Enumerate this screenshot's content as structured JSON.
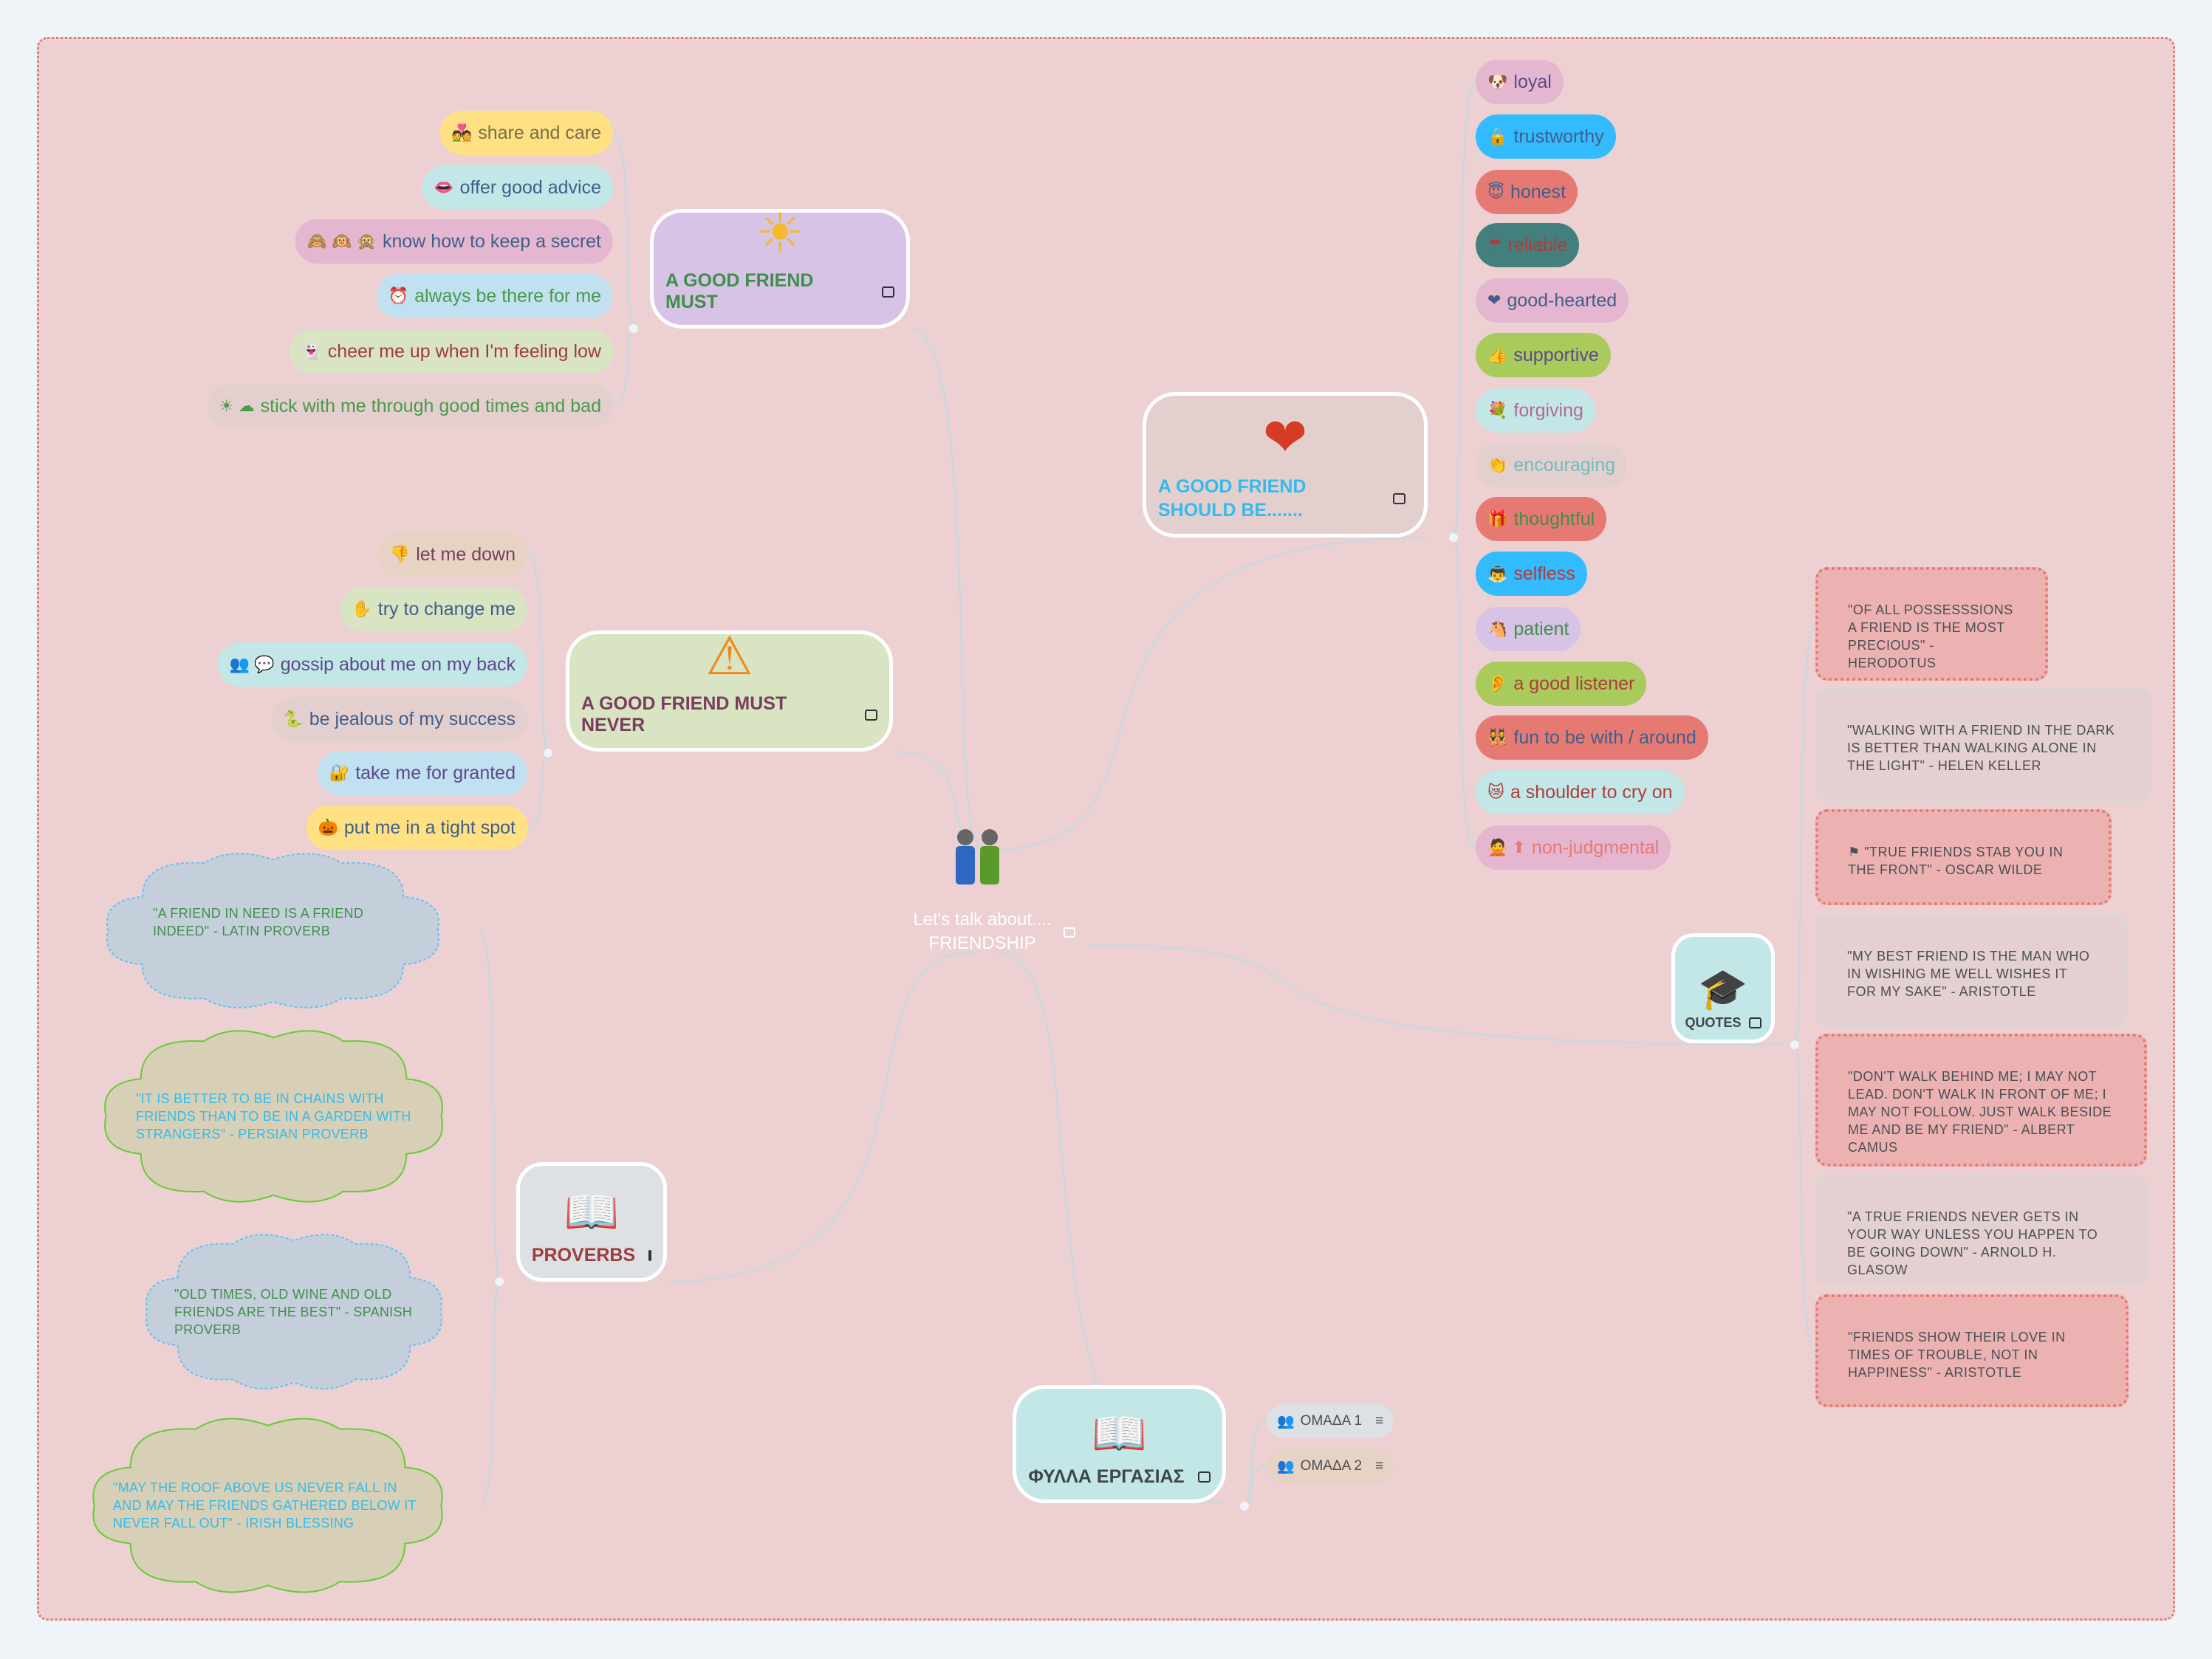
{
  "center": {
    "line1": "Let's talk about....",
    "line2": "FRIENDSHIP",
    "icon": "two-people-icon"
  },
  "must": {
    "title": "A GOOD FRIEND MUST",
    "icon": "☀",
    "items": [
      {
        "icon": "💑",
        "label": "share and care",
        "bg": "#ffe082",
        "fg": "#7a6e4a"
      },
      {
        "icon": "👄",
        "label": "offer good advice",
        "bg": "#c3e6e6",
        "fg": "#3f5f8a"
      },
      {
        "icon": "🙈 🙉 🙊",
        "label": "know  how  to keep a secret",
        "bg": "#e4b6cf",
        "fg": "#3f5f8a"
      },
      {
        "icon": "⏰",
        "label": "always be there for me",
        "bg": "#c1e0f0",
        "fg": "#4a9a4a"
      },
      {
        "icon": "👻",
        "label": "cheer me up when I'm feeling low",
        "bg": "#d9e4c2",
        "fg": "#a03c3c"
      },
      {
        "icon": "☀ ☁",
        "label": "stick with me through good times and bad",
        "bg": "#e4cfcf",
        "fg": "#4a9a4a"
      }
    ]
  },
  "never": {
    "title": "A GOOD FRIEND MUST NEVER",
    "icon": "⚠",
    "items": [
      {
        "icon": "👎",
        "label": "let me down",
        "bg": "#e6d3c3",
        "fg": "#7a3d5d"
      },
      {
        "icon": "✋",
        "label": "try to change me",
        "bg": "#d9e4c2",
        "fg": "#3f5f8a"
      },
      {
        "icon": "👥 💬",
        "label": "gossip about me on my back",
        "bg": "#c3e6e6",
        "fg": "#5a4a8a"
      },
      {
        "icon": "🐍",
        "label": "be jealous of my success",
        "bg": "#e4cfcf",
        "fg": "#3f5f8a"
      },
      {
        "icon": "🔐",
        "label": "take me for granted",
        "bg": "#c1e0f0",
        "fg": "#5a4a8a"
      },
      {
        "icon": "🎃",
        "label": "put me in a tight spot",
        "bg": "#ffe082",
        "fg": "#3f5f8a"
      }
    ]
  },
  "should": {
    "title": "A GOOD FRIEND SHOULD BE.......",
    "icon": "❤",
    "items": [
      {
        "icon": "🐶",
        "label": "loyal",
        "bg": "#e4b6cf",
        "fg": "#5a4a8a"
      },
      {
        "icon": "🔒",
        "label": "trustworthy",
        "bg": "#33bbff",
        "fg": "#3f5f8a"
      },
      {
        "icon": "😇",
        "label": "honest",
        "bg": "#e67a73",
        "fg": "#3f5f8a"
      },
      {
        "icon": "☂",
        "label": "reliable",
        "bg": "#437f7c",
        "fg": "#b03c3c"
      },
      {
        "icon": "❤",
        "label": "good-hearted",
        "bg": "#e4b6cf",
        "fg": "#3f5f8a"
      },
      {
        "icon": "👍",
        "label": "supportive",
        "bg": "#a8cb5c",
        "fg": "#5a4a8a"
      },
      {
        "icon": "💐",
        "label": "forgiving",
        "bg": "#c3e6e6",
        "fg": "#b06a9a"
      },
      {
        "icon": "👏",
        "label": "encouraging",
        "bg": "#e4cfcf",
        "fg": "#6fbcbc"
      },
      {
        "icon": "🎁",
        "label": "thoughtful",
        "bg": "#e67a73",
        "fg": "#3f8f4a"
      },
      {
        "icon": "👼",
        "label": "selfless",
        "bg": "#33bbff",
        "fg": "#b03c3c"
      },
      {
        "icon": "🐴",
        "label": "patient",
        "bg": "#d6c3e6",
        "fg": "#3f8f4a"
      },
      {
        "icon": "👂",
        "label": "a good listener",
        "bg": "#a8cb5c",
        "fg": "#b03c3c"
      },
      {
        "icon": "👯",
        "label": "fun to be with / around",
        "bg": "#e67a73",
        "fg": "#3f5f8a"
      },
      {
        "icon": "😿",
        "label": "a shoulder to cry on",
        "bg": "#c3e6e6",
        "fg": "#b03c3c"
      },
      {
        "icon": "🙅 ⬆",
        "label": "non-judgmental",
        "bg": "#e4b6cf",
        "fg": "#e67a73"
      }
    ]
  },
  "quotes": {
    "title": "QUOTES",
    "icon": "🎓",
    "items": [
      {
        "text": "\"OF ALL POSSESSSIONS A FRIEND IS THE MOST PRECIOUS\" - HERODOTUS",
        "style": "hl"
      },
      {
        "text": "\"WALKING WITH A FRIEND IN THE DARK IS BETTER THAN WALKING ALONE IN THE LIGHT\" - HELEN KELLER",
        "style": "pl"
      },
      {
        "text": "⚑ \"TRUE FRIENDS STAB YOU IN THE FRONT\" - OSCAR WILDE",
        "style": "hl"
      },
      {
        "text": "\"MY BEST FRIEND IS THE MAN WHO IN WISHING ME WELL WISHES IT FOR MY SAKE\" - ARISTOTLE",
        "style": "pl"
      },
      {
        "text": "\"DON'T WALK BEHIND ME; I MAY NOT LEAD. DON'T WALK IN FRONT OF ME; I MAY NOT FOLLOW. JUST WALK BESIDE ME AND BE MY FRIEND\" - ALBERT CAMUS",
        "style": "hl"
      },
      {
        "text": "\"A TRUE FRIENDS NEVER GETS IN YOUR WAY UNLESS YOU HAPPEN TO BE GOING DOWN\" - ARNOLD H. GLASOW",
        "style": "pl"
      },
      {
        "text": "\"FRIENDS SHOW THEIR LOVE IN TIMES OF TROUBLE, NOT IN HAPPINESS\" - ARISTOTLE",
        "style": "hl"
      }
    ]
  },
  "proverbs": {
    "title": "PROVERBS",
    "icon": "📖",
    "items": [
      {
        "text": "\"A FRIEND IN NEED IS A FRIEND INDEED\" - LATIN PROVERB",
        "bg": "#c5cfdc",
        "stroke": "#5ec4f5",
        "fg": "#3f8f4a",
        "dashed": true
      },
      {
        "text": "\"IT IS BETTER TO BE IN CHAINS WITH FRIENDS THAN TO BE IN A GARDEN WITH STRANGERS\" - PERSIAN PROVERB",
        "bg": "#d8d0b6",
        "stroke": "#66cc33",
        "fg": "#33bbee",
        "dashed": false
      },
      {
        "text": "\"OLD TIMES, OLD WINE AND OLD FRIENDS ARE THE BEST\" - SPANISH PROVERB",
        "bg": "#c5cfdc",
        "stroke": "#5ec4f5",
        "fg": "#3f8f4a",
        "dashed": true
      },
      {
        "text": "\"MAY THE ROOF ABOVE US NEVER FALL IN AND MAY THE FRIENDS GATHERED BELOW IT NEVER FALL OUT\" - IRISH BLESSING",
        "bg": "#d8d0b6",
        "stroke": "#66cc33",
        "fg": "#33bbee",
        "dashed": false
      }
    ]
  },
  "worksheets": {
    "title": "ΦΥΛΛΑ ΕΡΓΑΣΙΑΣ",
    "icon": "📖",
    "items": [
      {
        "icon": "👥",
        "label": "ΟΜΑΔΑ 1",
        "note": "≡",
        "bg": "#dde0e4"
      },
      {
        "icon": "👥",
        "label": "ΟΜΑΔΑ 2",
        "note": "≡",
        "bg": "#e6d3c3"
      }
    ]
  }
}
